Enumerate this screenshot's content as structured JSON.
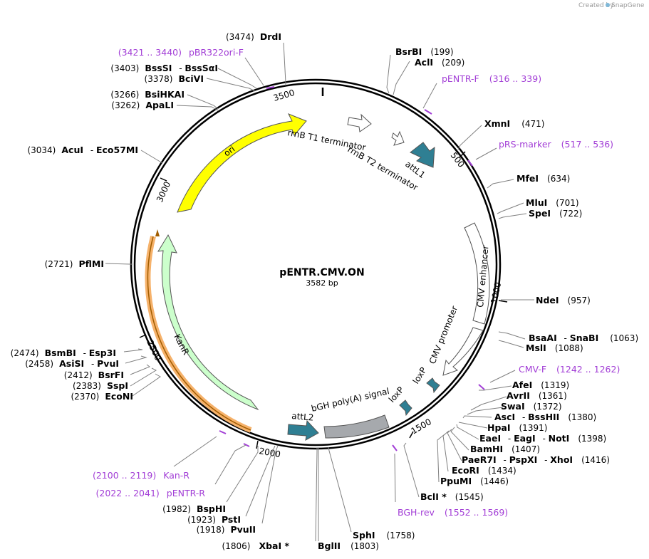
{
  "credit": {
    "text": "Created by",
    "brand": "SnapGene"
  },
  "plasmid": {
    "name": "pENTR.CMV.ON",
    "length": "3582 bp"
  },
  "ticks": [
    "500",
    "1000",
    "1500",
    "2000",
    "2500",
    "3000",
    "3500"
  ],
  "features": [
    {
      "name": "ori",
      "color": "#ffff00"
    },
    {
      "name": "rrnB T1 terminator",
      "color": "#ffffff"
    },
    {
      "name": "rrnB T2 terminator",
      "color": "#ffffff"
    },
    {
      "name": "attL1",
      "color": "#2f7f93"
    },
    {
      "name": "CMV enhancer",
      "color": "#ffffff"
    },
    {
      "name": "CMV promoter",
      "color": "#ffffff"
    },
    {
      "name": "loxP",
      "color": "#2f7f93"
    },
    {
      "name": "loxP",
      "color": "#2f7f93"
    },
    {
      "name": "bGH poly(A) signal",
      "color": "#a6a9ad"
    },
    {
      "name": "attL2",
      "color": "#2f7f93"
    },
    {
      "name": "KanR",
      "color": "#ccffcc"
    }
  ],
  "right_labels": [
    {
      "parts": [
        "BsrBI"
      ],
      "pos": "(199)"
    },
    {
      "parts": [
        "AclI"
      ],
      "pos": "(209)"
    },
    {
      "primer": "pENTR-F",
      "range": "(316 .. 339)"
    },
    {
      "parts": [
        "XmnI"
      ],
      "pos": "(471)"
    },
    {
      "primer": "pRS-marker",
      "range": "(517 .. 536)"
    },
    {
      "parts": [
        "MfeI"
      ],
      "pos": "(634)"
    },
    {
      "parts": [
        "MluI"
      ],
      "pos": "(701)"
    },
    {
      "parts": [
        "SpeI"
      ],
      "pos": "(722)"
    },
    {
      "parts": [
        "NdeI"
      ],
      "pos": "(957)"
    },
    {
      "parts": [
        "BsaAI",
        "SnaBI"
      ],
      "pos": "(1063)"
    },
    {
      "parts": [
        "MslI"
      ],
      "pos": "(1088)"
    },
    {
      "primer": "CMV-F",
      "range": "(1242 .. 1262)"
    },
    {
      "parts": [
        "AfeI"
      ],
      "pos": "(1319)"
    },
    {
      "parts": [
        "AvrII"
      ],
      "pos": "(1361)"
    },
    {
      "parts": [
        "SwaI"
      ],
      "pos": "(1372)"
    },
    {
      "parts": [
        "AscI",
        "BssHII"
      ],
      "pos": "(1380)"
    },
    {
      "parts": [
        "HpaI"
      ],
      "pos": "(1391)"
    },
    {
      "parts": [
        "EaeI",
        "EagI",
        "NotI"
      ],
      "pos": "(1398)"
    },
    {
      "parts": [
        "BamHI"
      ],
      "pos": "(1407)"
    },
    {
      "parts": [
        "PaeR7I",
        "PspXI",
        "XhoI"
      ],
      "pos": "(1416)"
    },
    {
      "parts": [
        "EcoRI"
      ],
      "pos": "(1434)"
    },
    {
      "parts": [
        "PpuMI"
      ],
      "pos": "(1446)"
    },
    {
      "parts": [
        "BclI *"
      ],
      "pos": "(1545)"
    },
    {
      "primer": "BGH-rev",
      "range": "(1552 .. 1569)"
    }
  ],
  "bottom_labels": [
    {
      "parts": [
        "SphI"
      ],
      "pos": "(1758)"
    },
    {
      "parts": [
        "BglII"
      ],
      "pos": "(1803)"
    },
    {
      "parts": [
        "XbaI *"
      ],
      "pos": "(1806)"
    },
    {
      "parts": [
        "PvuII"
      ],
      "pos": "(1918)"
    },
    {
      "parts": [
        "PstI"
      ],
      "pos": "(1923)"
    },
    {
      "parts": [
        "BspHI"
      ],
      "pos": "(1982)"
    },
    {
      "primer": "pENTR-R",
      "range": "(2022 .. 2041)"
    },
    {
      "primer": "Kan-R",
      "range": "(2100 .. 2119)"
    }
  ],
  "left_labels": [
    {
      "parts": [
        "EcoNI"
      ],
      "pos": "(2370)"
    },
    {
      "parts": [
        "SspI"
      ],
      "pos": "(2383)"
    },
    {
      "parts": [
        "BsrFI"
      ],
      "pos": "(2412)"
    },
    {
      "parts": [
        "AsiSI",
        "PvuI"
      ],
      "pos": "(2458)"
    },
    {
      "parts": [
        "BsmBI",
        "Esp3I"
      ],
      "pos": "(2474)"
    },
    {
      "parts": [
        "PflMI"
      ],
      "pos": "(2721)"
    },
    {
      "parts": [
        "AcuI",
        "Eco57MI"
      ],
      "pos": "(3034)"
    },
    {
      "parts": [
        "ApaLI"
      ],
      "pos": "(3262)"
    },
    {
      "parts": [
        "BsiHKAI"
      ],
      "pos": "(3266)"
    },
    {
      "parts": [
        "BciVI"
      ],
      "pos": "(3378)"
    },
    {
      "parts": [
        "BssSI",
        "BssSαI"
      ],
      "pos": "(3403)"
    },
    {
      "primer": "pBR322ori-F",
      "range": "(3421 .. 3440)"
    },
    {
      "parts": [
        "DrdI"
      ],
      "pos": "(3474)"
    }
  ]
}
